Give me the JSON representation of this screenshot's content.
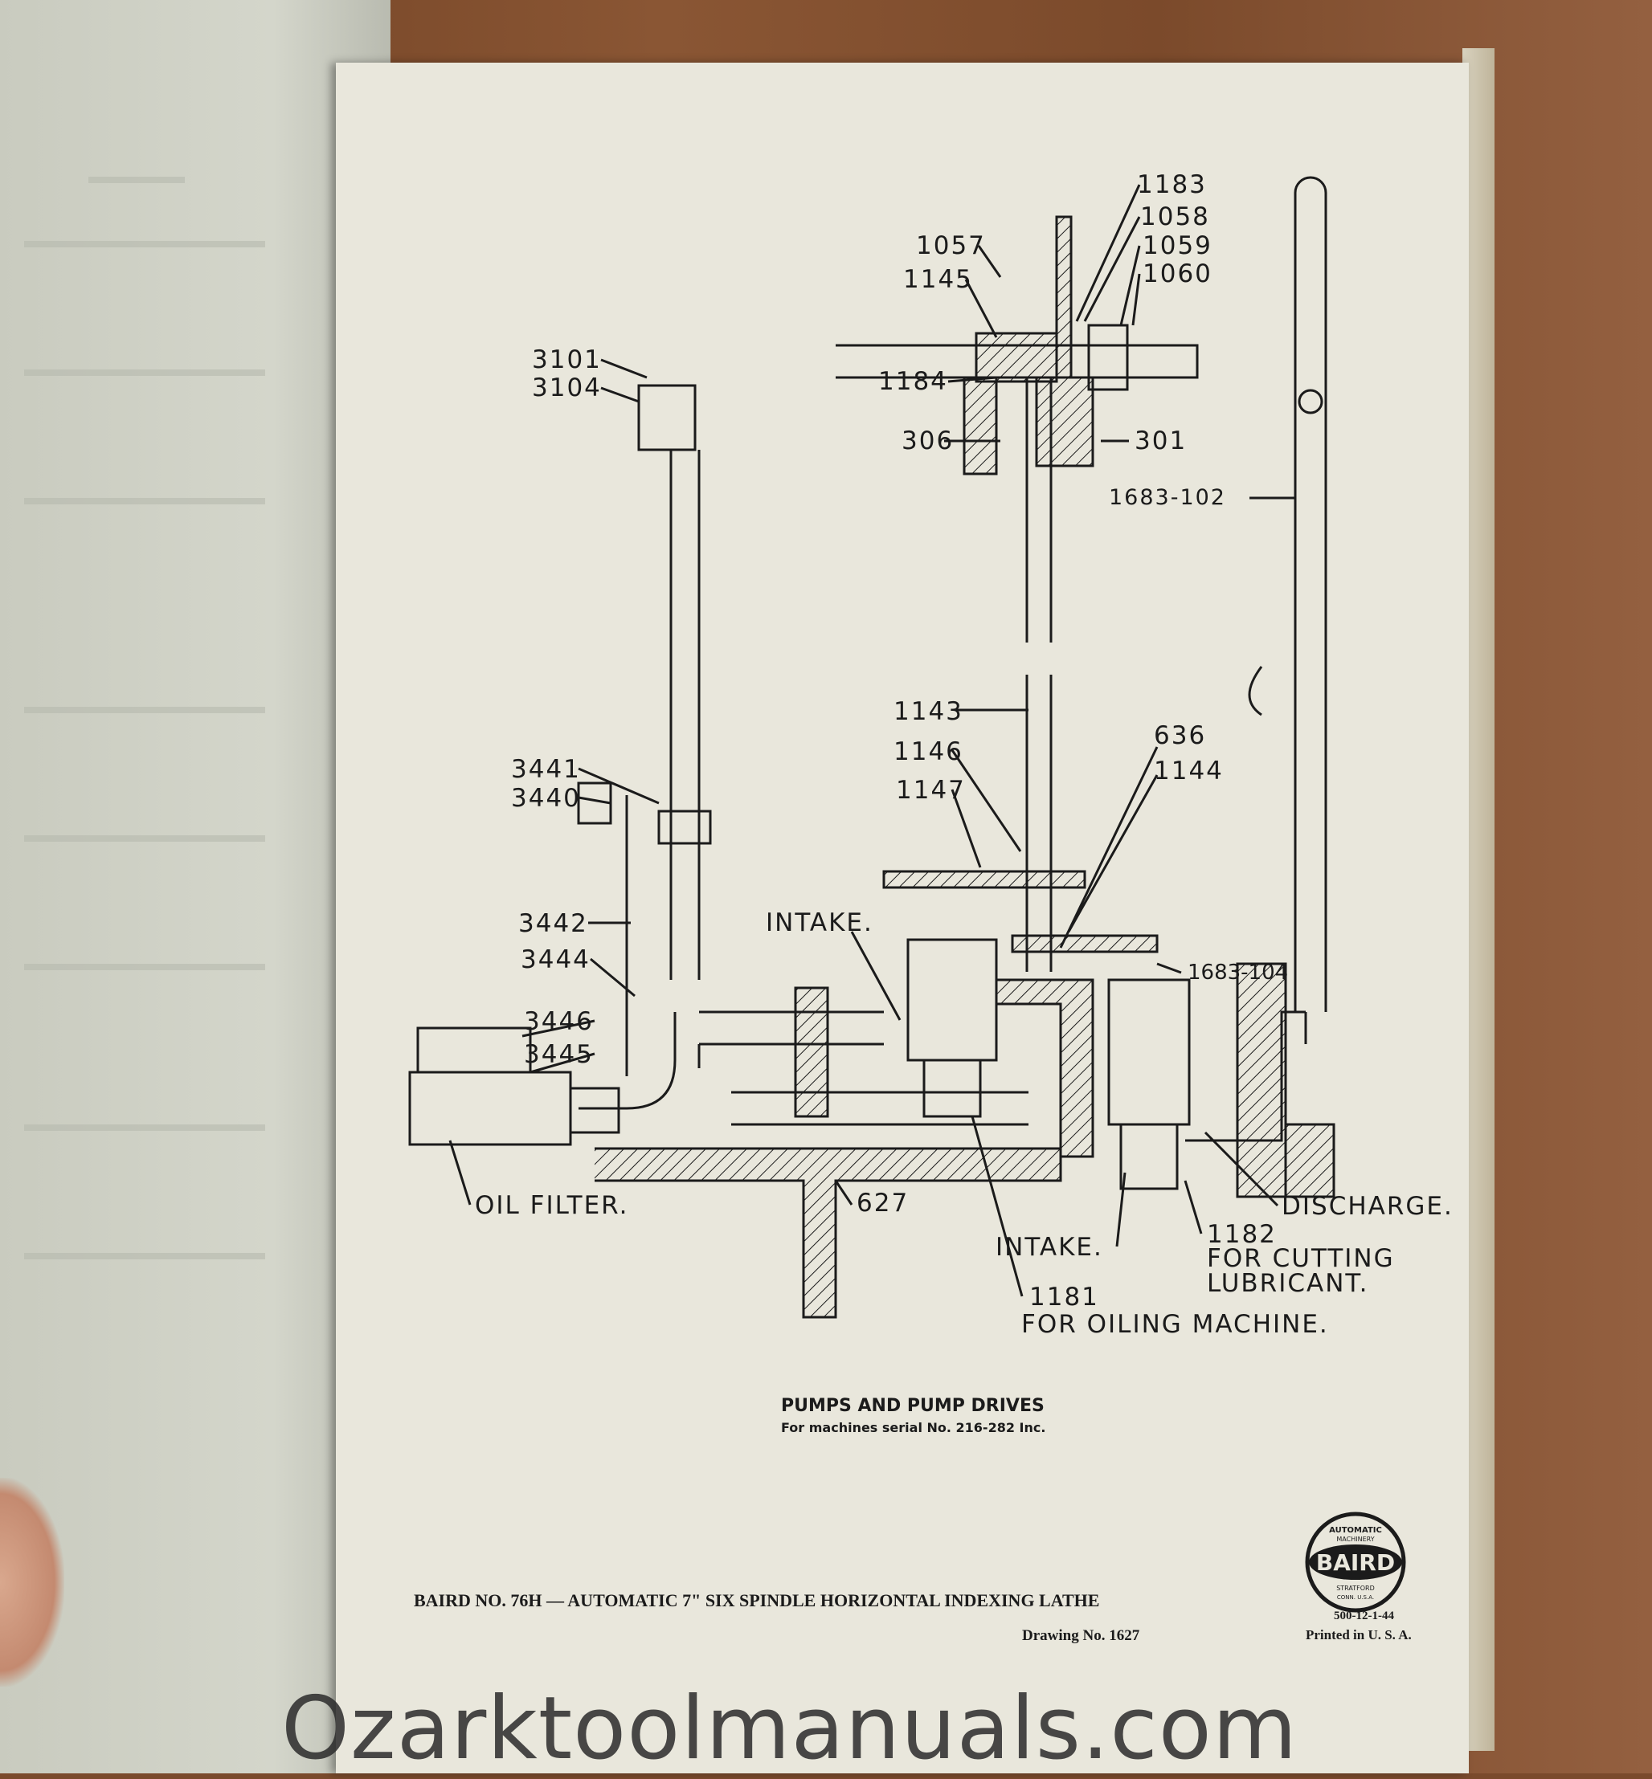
{
  "drawing": {
    "callouts": {
      "c1183": "1183",
      "c1058": "1058",
      "c1059": "1059",
      "c1060": "1060",
      "c1057": "1057",
      "c1145": "1145",
      "c3101": "3101",
      "c3104": "3104",
      "c1184": "1184",
      "c306": "306",
      "c301": "301",
      "c1683_102": "1683-102",
      "c1143": "1143",
      "c636": "636",
      "c1146": "1146",
      "c1144": "1144",
      "c1147": "1147",
      "c3441": "3441",
      "c3440": "3440",
      "intake_upper": "INTAKE.",
      "c3442": "3442",
      "c3444": "3444",
      "c1683_104": "1683-104",
      "c3446": "3446",
      "c3445": "3445",
      "oil_filter": "OIL FILTER.",
      "c627": "627",
      "discharge": "DISCHARGE.",
      "c1182": "1182",
      "for_cutting": "FOR CUTTING",
      "lubricant": "LUBRICANT.",
      "intake_lower": "INTAKE.",
      "c1181": "1181",
      "for_oiling": "FOR OILING MACHINE."
    },
    "title": "PUMPS AND PUMP DRIVES",
    "subtitle": "For machines serial No. 216-282 Inc."
  },
  "footer": {
    "machine": "BAIRD NO. 76H — AUTOMATIC 7\" SIX SPINDLE HORIZONTAL INDEXING LATHE",
    "drawing_no": "Drawing No. 1627",
    "print_code": "500-12-1-44",
    "printed": "Printed in U. S. A.",
    "logo_text": "AUTOMATIC MACHINERY BAIRD STRATFORD CONNECTICUT U.S.A."
  },
  "watermark": "Ozarktoolmanuals.com"
}
